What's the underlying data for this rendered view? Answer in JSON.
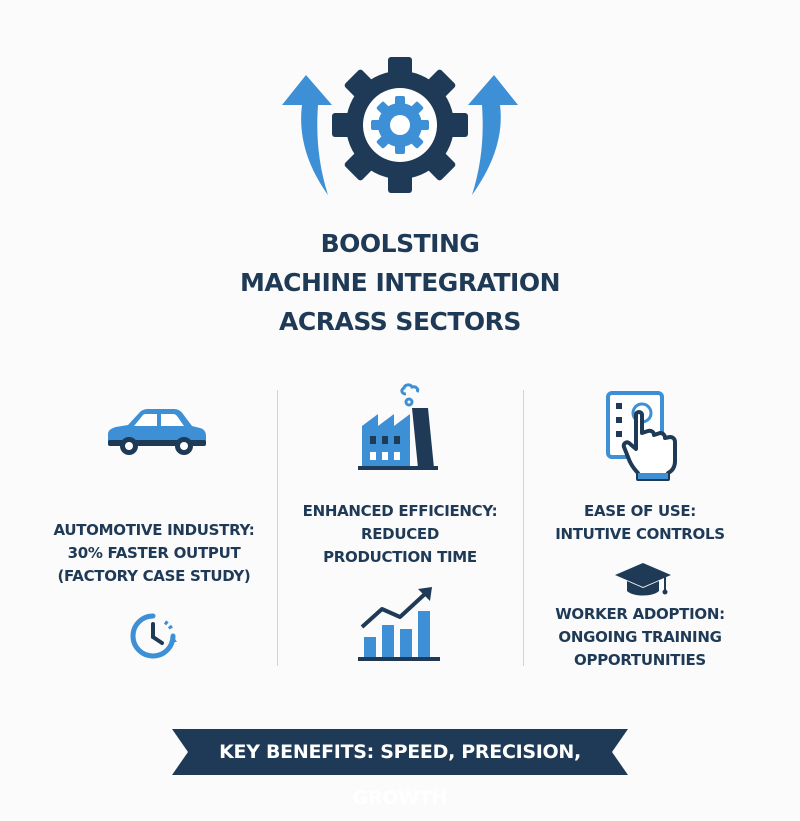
{
  "title": {
    "line1": "BOOLSTING",
    "line2": "MACHINE INTEGRATION",
    "line3": "ACRASS SECTORS"
  },
  "columns": [
    {
      "icon": "car-icon",
      "lines": [
        "AUTOMOTIVE INDUSTRY:",
        "30% FASTER OUTPUT",
        "(FACTORY CASE STUDY)"
      ],
      "secondary_icon": "clock-icon"
    },
    {
      "icon": "factory-icon",
      "lines": [
        "ENHANCED EFFICIENCY:",
        "REDUCED",
        "PRODUCTION TIME"
      ],
      "secondary_icon": "growth-chart-icon"
    },
    {
      "icon": "touch-panel-icon",
      "lines": [
        "EASE OF USE:",
        "INTUTIVE CONTROLS"
      ],
      "secondary_icon": "graduation-cap-icon",
      "extra_lines": [
        "WORKER ADOPTION:",
        "ONGOING TRAINING",
        "OPPORTUNITIES"
      ]
    }
  ],
  "banner": {
    "label": "KEY BENEFITS: SPEED, PRECISION, GROWTH"
  },
  "colors": {
    "navy": "#1f3a56",
    "blue": "#3d8fd6",
    "background": "#fbfbfb"
  }
}
